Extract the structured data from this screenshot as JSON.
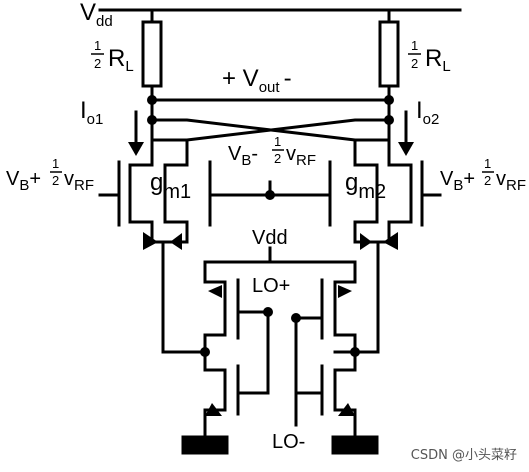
{
  "labels": {
    "vdd_top": "V",
    "vdd_top_sub": "dd",
    "frac_num": "1",
    "frac_den": "2",
    "rl": "R",
    "rl_sub": "L",
    "vout_plus": "+ V",
    "vout_sub": "out",
    "vout_minus": "-",
    "io1": "I",
    "io1_sub": "o1",
    "io2": "I",
    "io2_sub": "o2",
    "vb": "V",
    "vb_sub": "B",
    "plus": "+",
    "minus": "-",
    "vrf": "v",
    "vrf_sub": "RF",
    "gm": "g",
    "gm1_sub": "m1",
    "gm2_sub": "m2",
    "vdd_mid": "Vdd",
    "lo_plus": "LO+",
    "lo_minus": "LO-"
  },
  "watermark": "CSDN @小头菜籽"
}
